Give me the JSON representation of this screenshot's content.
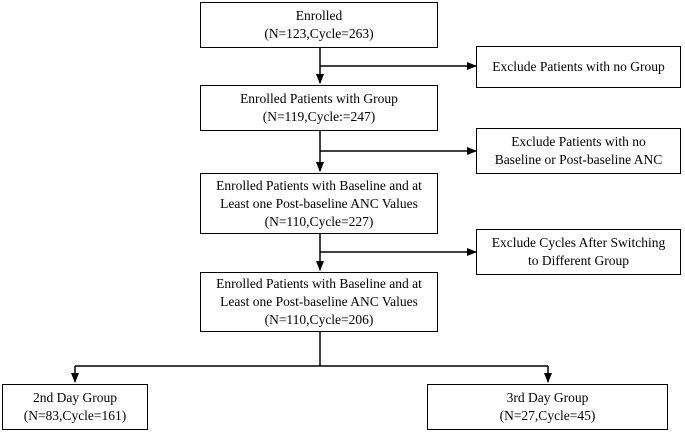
{
  "flow": {
    "enrolled": {
      "line1": "Enrolled",
      "line2": "(N=123,Cycle=263)"
    },
    "with_group": {
      "line1": "Enrolled Patients with Group",
      "line2": "(N=119,Cycle:=247)"
    },
    "baseline_1": {
      "line1": "Enrolled Patients with Baseline and at",
      "line2": "Least one Post-baseline ANC Values",
      "line3": "(N=110,Cycle=227)"
    },
    "baseline_2": {
      "line1": "Enrolled Patients with Baseline and at",
      "line2": "Least one Post-baseline ANC Values",
      "line3": "(N=110,Cycle=206)"
    },
    "day2": {
      "line1": "2nd Day Group",
      "line2": "(N=83,Cycle=161)"
    },
    "day3": {
      "line1": "3rd Day Group",
      "line2": "(N=27,Cycle=45)"
    }
  },
  "exclusions": {
    "no_group": {
      "line1": "Exclude Patients with no Group"
    },
    "no_anc": {
      "line1": "Exclude Patients with no",
      "line2": "Baseline or Post-baseline ANC"
    },
    "switching": {
      "line1": "Exclude Cycles After Switching",
      "line2": "to Different Group"
    }
  }
}
